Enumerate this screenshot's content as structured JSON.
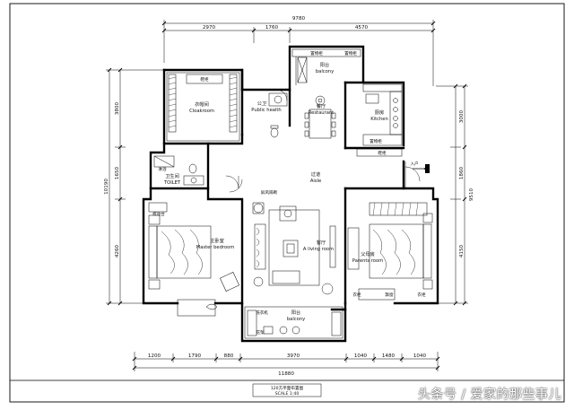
{
  "dims": {
    "top_total": "9780",
    "top_segments": [
      "2970",
      "1760",
      "4570"
    ],
    "bottom_total": "11880",
    "bottom_segments": [
      "1200",
      "1790",
      "880",
      "3970",
      "1040",
      "1480",
      "1040"
    ],
    "left_total": "10190",
    "left_segments": [
      "3800",
      "1650",
      "4260"
    ],
    "right_total": "9510",
    "right_segments": [
      "3000",
      "1860",
      "4150"
    ]
  },
  "rooms": {
    "cloakroom": [
      "衣帽间",
      "Cloakroom"
    ],
    "public_bath": [
      "公卫",
      "Public health"
    ],
    "restaurant": [
      "餐厅",
      "Restaurant"
    ],
    "kitchen": [
      "厨房",
      "Kitchen"
    ],
    "balcony_top": [
      "阳台",
      "balcony"
    ],
    "toilet": [
      "卫生间",
      "TOILET"
    ],
    "aisle": [
      "过道",
      "Aisle"
    ],
    "master": [
      "主卧室",
      "Master bedroom"
    ],
    "living": [
      "客厅",
      "A living room"
    ],
    "parents": [
      "父母房",
      "Parents room"
    ],
    "balcony_bottom": [
      "阳台",
      "balcony"
    ]
  },
  "labels": {
    "shoe_cabinet": "鞋柜",
    "storage1": "置物柜",
    "storage2": "置物柜",
    "shoe2": "鞋柜",
    "bath": "淋浴",
    "entrance": "入户",
    "screen": "屏风隔断",
    "wardrobe1": "梳妆台",
    "wardrobe2": "衣柜",
    "desk": "飘窗",
    "wardrobe3": "衣柜",
    "bar": "洗衣机",
    "flower": "花架"
  },
  "title_block": {
    "title": "120方平面布置图",
    "scale": "SCALE  1:40"
  },
  "watermark": "头条号 / 爱家的那些事儿"
}
